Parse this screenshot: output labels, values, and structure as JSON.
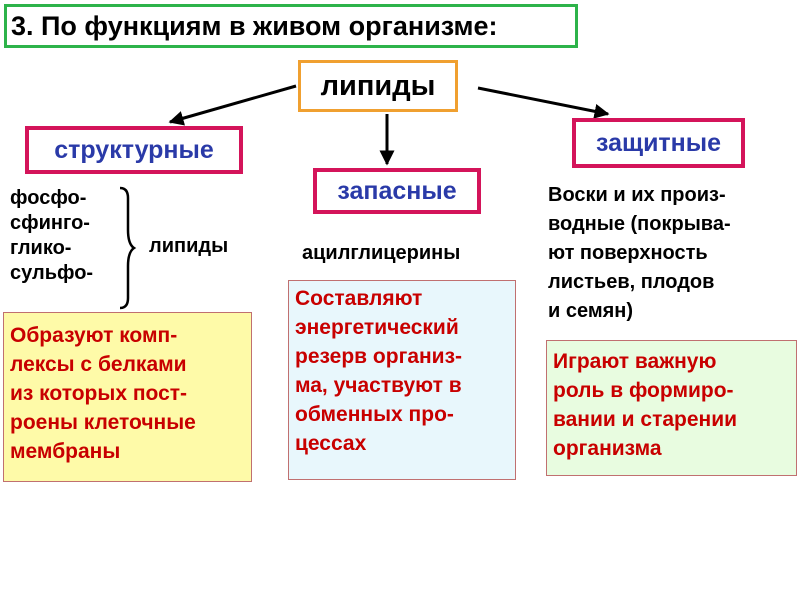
{
  "title": "3. По функциям в живом организме:",
  "root": "липиды",
  "categories": {
    "structural": "структурные",
    "storage": "запасные",
    "protective": "защитные"
  },
  "structural": {
    "list": [
      "фосфо-",
      "сфинго-",
      "глико-",
      "сульфо-"
    ],
    "suffix": "липиды",
    "note": [
      "Образуют комп-",
      "лексы с белками",
      "из которых пост-",
      "роены клеточные",
      "мембраны"
    ]
  },
  "storage": {
    "example": "ацилглицерины",
    "note": [
      "Составляют",
      "энергетический",
      "резерв организ-",
      "ма, участвуют в",
      "обменных про-",
      "цессах"
    ]
  },
  "protective": {
    "example": [
      "Воски и их произ-",
      "водные (покрыва-",
      "ют поверхность",
      "листьев, плодов",
      "и семян)"
    ],
    "note": [
      "Играют важную",
      "роль в формиро-",
      "вании и старении",
      "организма"
    ]
  },
  "colors": {
    "title_border": "#2db34a",
    "root_border": "#f0a030",
    "category_border": "#d4145a",
    "category_text": "#2a3aa8",
    "note_text": "#c80000",
    "note_yellow": "#fefaa8",
    "note_blue": "#e8f7fc",
    "note_green": "#e8fce0"
  }
}
